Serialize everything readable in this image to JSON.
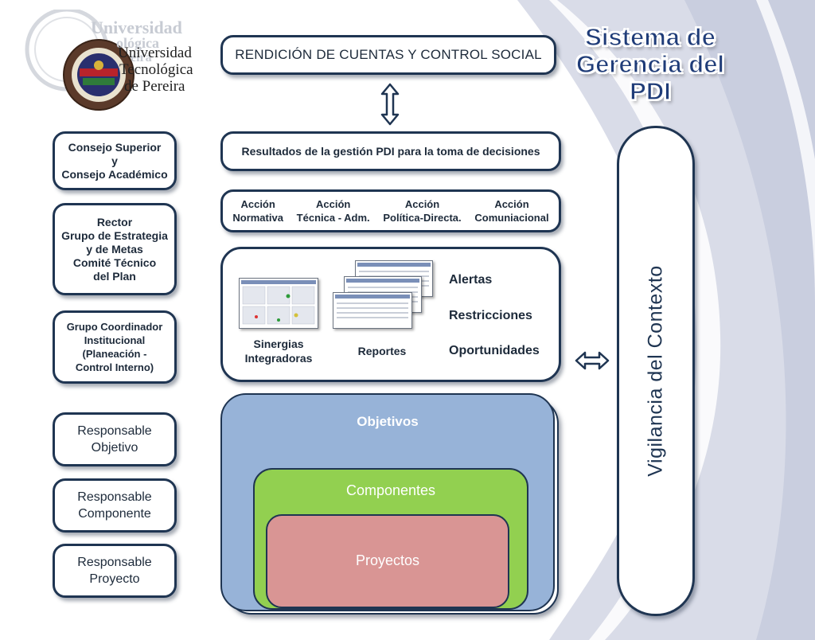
{
  "logo": {
    "ghost_line1": "Universidad",
    "ghost_line2": "ológica",
    "ghost_line3": "eira",
    "line1": "Universidad",
    "line2": "Tecnológica",
    "line3": "de Pereira"
  },
  "title": "RENDICIÓN DE CUENTAS Y CONTROL SOCIAL",
  "results": "Resultados de la gestión PDI para la toma de decisiones",
  "actions": [
    {
      "line1": "Acción",
      "line2": "Normativa"
    },
    {
      "line1": "Acción",
      "line2": "Técnica - Adm."
    },
    {
      "line1": "Acción",
      "line2": "Política-Directa."
    },
    {
      "line1": "Acción",
      "line2": "Comuniacional"
    }
  ],
  "main": {
    "sinergias_line1": "Sinergias",
    "sinergias_line2": "Integradoras",
    "reportes": "Reportes",
    "alerts": [
      "Alertas",
      "Restricciones",
      "Oportunidades"
    ]
  },
  "nested": {
    "objetivos": "Objetivos",
    "componentes": "Componentes",
    "proyectos": "Proyectos"
  },
  "left": [
    {
      "lines": [
        "Consejo Superior",
        "y",
        "Consejo Académico"
      ]
    },
    {
      "lines": [
        "Rector",
        "Grupo de Estrategia",
        "y de Metas",
        "Comité Técnico",
        "del Plan"
      ]
    },
    {
      "lines": [
        "Grupo Coordinador",
        "Institucional",
        "(Planeación -",
        "Control Interno)"
      ]
    },
    {
      "lines": [
        "Responsable",
        "Objetivo"
      ]
    },
    {
      "lines": [
        "Responsable",
        "Componente"
      ]
    },
    {
      "lines": [
        "Responsable",
        "Proyecto"
      ]
    }
  ],
  "sistema": [
    "Sistema de",
    "Gerencia del",
    "PDI"
  ],
  "vigilancia": "Vigilancia del Contexto",
  "colors": {
    "border": "#1f3552",
    "objetivos": "#97b3d8",
    "componentes": "#92d050",
    "proyectos": "#d99594",
    "swoosh": "#d4d8e6"
  }
}
